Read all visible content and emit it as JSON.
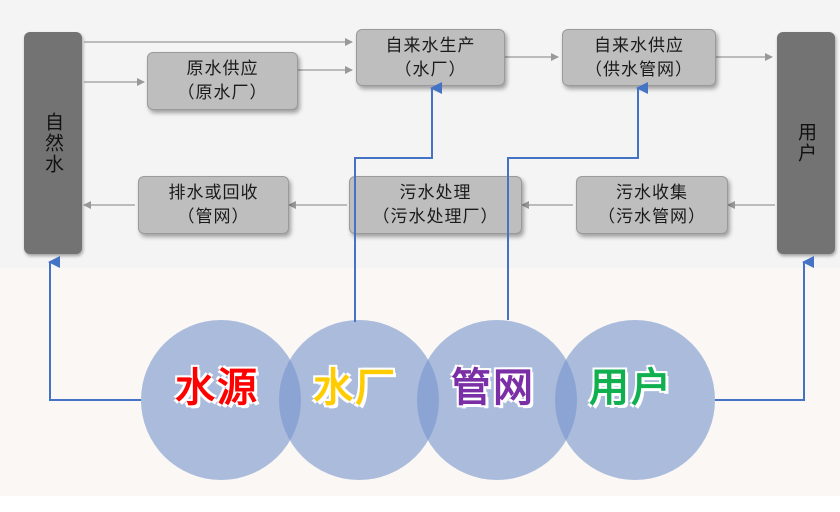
{
  "nodes": {
    "natural_water": "自然水",
    "user": "用户",
    "raw_supply": [
      "原水供应",
      "（原水厂）"
    ],
    "tap_production": [
      "自来水生产",
      "（水厂）"
    ],
    "tap_supply": [
      "自来水供应",
      "（供水管网）"
    ],
    "drainage": [
      "排水或回收",
      "（管网）"
    ],
    "sewage_treatment": [
      "污水处理",
      "（污水处理厂）"
    ],
    "sewage_collection": [
      "污水收集",
      "（污水管网）"
    ]
  },
  "circles": [
    {
      "label": "水源",
      "color": "#ff0000"
    },
    {
      "label": "水厂",
      "color": "#ffcc00"
    },
    {
      "label": "管网",
      "color": "#7b2fa6"
    },
    {
      "label": "用户",
      "color": "#10b050"
    }
  ],
  "colors": {
    "connector": "#4472c4",
    "flow_arrow": "#999999"
  }
}
